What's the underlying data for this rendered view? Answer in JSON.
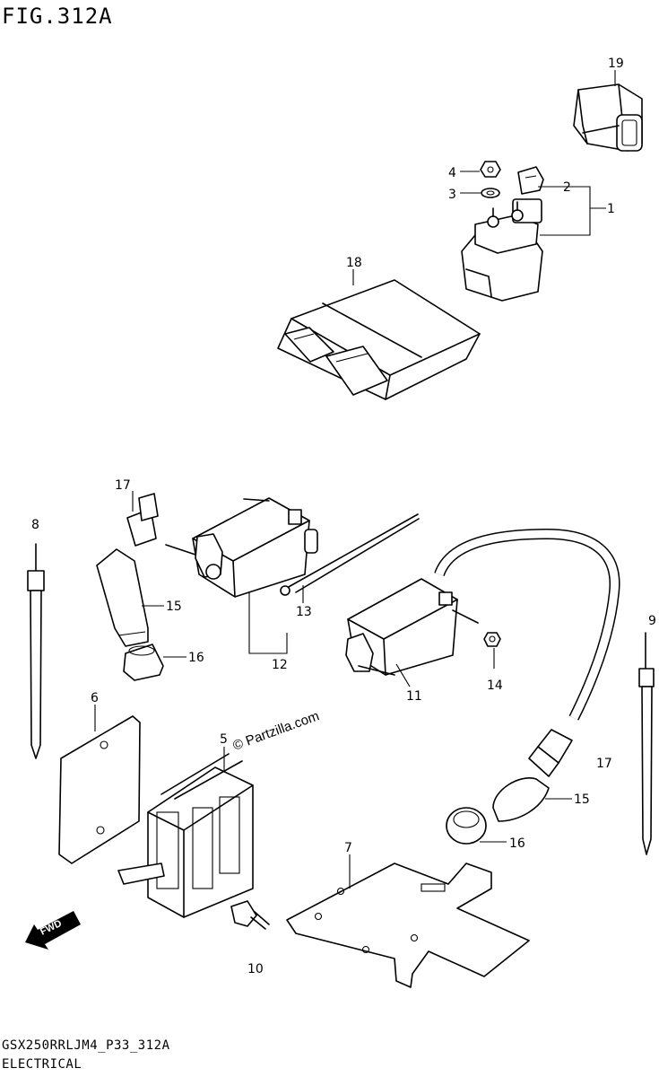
{
  "figure": {
    "title": "FIG.312A",
    "code": "GSX250RRLJM4_P33_312A",
    "name": "ELECTRICAL"
  },
  "watermark": "© Partzilla.com",
  "direction_badge": "FWD",
  "callouts": {
    "c1": "1",
    "c2": "2",
    "c3": "3",
    "c4": "4",
    "c5": "5",
    "c6": "6",
    "c7": "7",
    "c8": "8",
    "c9": "9",
    "c10": "10",
    "c11": "11",
    "c12": "12",
    "c13": "13",
    "c14": "14",
    "c15a": "15",
    "c15b": "15",
    "c16a": "16",
    "c16b": "16",
    "c17a": "17",
    "c17b": "17",
    "c18": "18",
    "c19": "19"
  }
}
